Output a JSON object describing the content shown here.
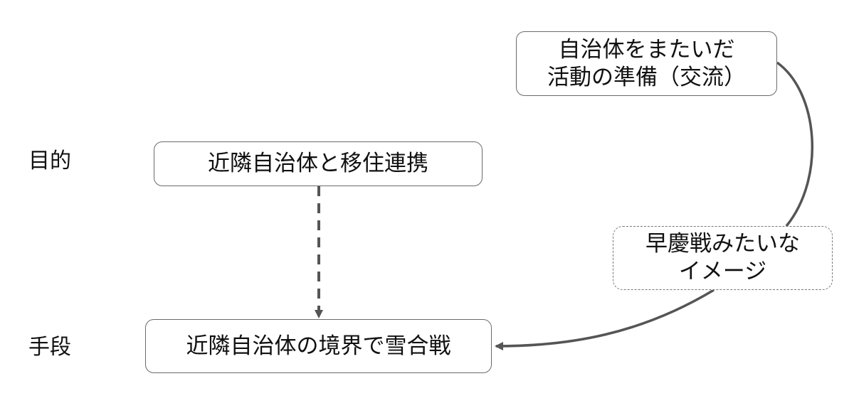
{
  "row_labels": {
    "purpose": "目的",
    "means": "手段"
  },
  "nodes": {
    "purpose_box": {
      "text": "近隣自治体と移住連携"
    },
    "means_box": {
      "text": "近隣自治体の境界で雪合戦"
    },
    "prep_box": {
      "line1": "自治体をまたいだ",
      "line2": "活動の準備（交流）"
    },
    "note_box": {
      "line1": "早慶戦みたいな",
      "line2": "イメージ"
    }
  },
  "edges": [
    {
      "from": "purpose_box",
      "to": "means_box",
      "style": "dashed"
    },
    {
      "from": "prep_box",
      "to": "means_box",
      "style": "solid-curved",
      "via": "note_box"
    }
  ],
  "colors": {
    "edge": "#555555",
    "border": "#6a6a6a"
  }
}
